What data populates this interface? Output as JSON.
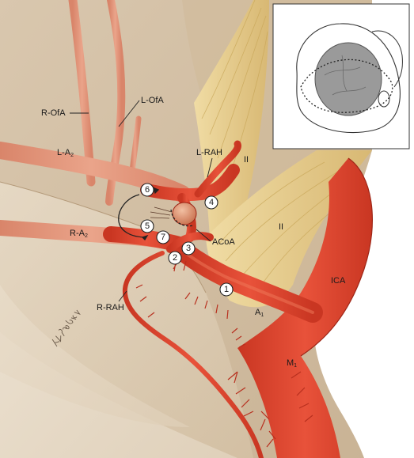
{
  "labels": {
    "r_ofa": "R-OfA",
    "l_ofa": "L-OfA",
    "l_a2_main": "L-A",
    "l_a2_sub": "2",
    "r_a2_main": "R-A",
    "r_a2_sub": "2",
    "l_rah": "L-RAH",
    "r_rah": "R-RAH",
    "acoa": "ACoA",
    "optic_nerve_upper": "II",
    "optic_nerve_lower": "II",
    "ica": "ICA",
    "a1_main": "A",
    "a1_sub": "1",
    "m1_main": "M",
    "m1_sub": "1"
  },
  "markers": [
    "1",
    "2",
    "3",
    "4",
    "5",
    "6",
    "7"
  ],
  "signature": "K.X.Probst",
  "colors": {
    "background": "#ffffff",
    "brain_tissue": "#d8c6ad",
    "brain_shadow": "#c4ae92",
    "frontal_lobe": "#e6d8c4",
    "artery": "#e1452f",
    "artery_dark": "#b8301f",
    "artery_light": "#f07a5a",
    "optic_nerve": "#e8cf8e",
    "optic_nerve_stripe": "#c9a85a",
    "aneurysm": "#e29a78",
    "inset_gray": "#9a9a9a",
    "line": "#222222"
  }
}
